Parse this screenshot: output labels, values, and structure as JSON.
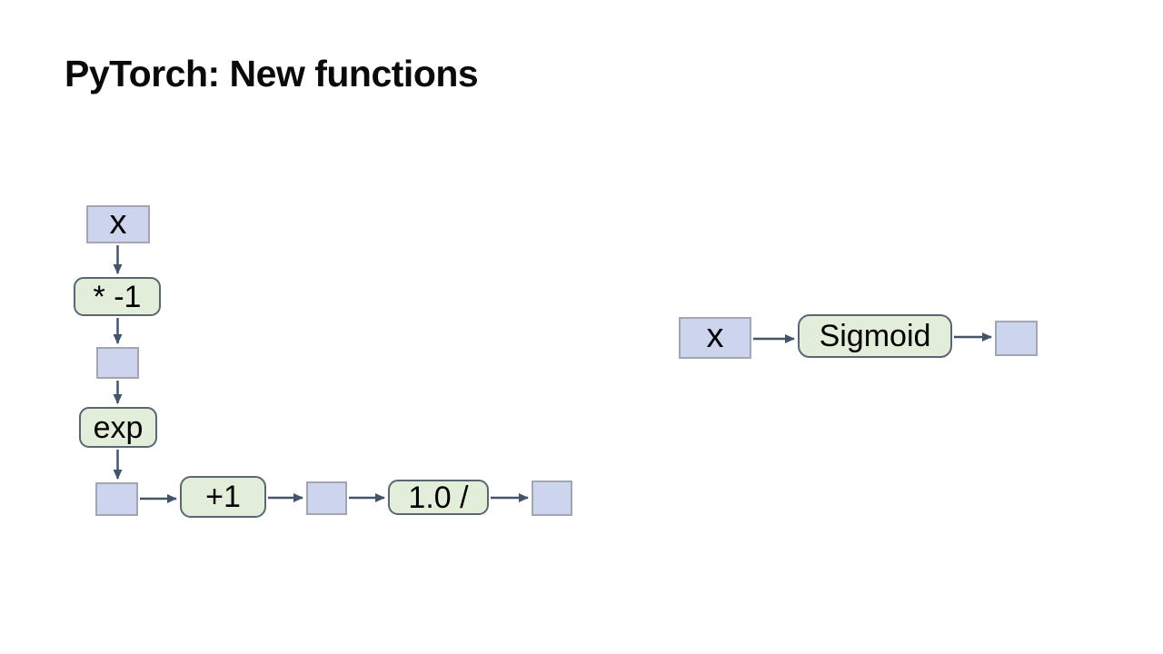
{
  "slide": {
    "title": "PyTorch: New functions"
  },
  "colors": {
    "slide_bg": "#ffffff",
    "title_text": "#0a0a0a",
    "label_text": "#000000",
    "tensor_fill": "#ccd4ee",
    "tensor_border": "#a3a6b0",
    "op_fill": "#e3eeda",
    "op_border": "#5b6673",
    "arrow": "#44546a"
  },
  "left_graph": {
    "nodes": [
      {
        "id": "x",
        "type": "tensor",
        "label": "x"
      },
      {
        "id": "mul",
        "type": "op",
        "label": "* -1"
      },
      {
        "id": "t1",
        "type": "tensor",
        "label": ""
      },
      {
        "id": "exp",
        "type": "op",
        "label": "exp"
      },
      {
        "id": "t2",
        "type": "tensor",
        "label": ""
      },
      {
        "id": "add",
        "type": "op",
        "label": "+1"
      },
      {
        "id": "t3",
        "type": "tensor",
        "label": ""
      },
      {
        "id": "div",
        "type": "op",
        "label": "1.0 /"
      },
      {
        "id": "t4",
        "type": "tensor",
        "label": ""
      }
    ],
    "edges": [
      {
        "from": "x",
        "to": "mul"
      },
      {
        "from": "mul",
        "to": "t1"
      },
      {
        "from": "t1",
        "to": "exp"
      },
      {
        "from": "exp",
        "to": "t2"
      },
      {
        "from": "t2",
        "to": "add"
      },
      {
        "from": "add",
        "to": "t3"
      },
      {
        "from": "t3",
        "to": "div"
      },
      {
        "from": "div",
        "to": "t4"
      }
    ]
  },
  "right_graph": {
    "nodes": [
      {
        "id": "x",
        "type": "tensor",
        "label": "x"
      },
      {
        "id": "sigmoid",
        "type": "op",
        "label": "Sigmoid"
      },
      {
        "id": "out",
        "type": "tensor",
        "label": ""
      }
    ],
    "edges": [
      {
        "from": "x",
        "to": "sigmoid"
      },
      {
        "from": "sigmoid",
        "to": "out"
      }
    ]
  }
}
